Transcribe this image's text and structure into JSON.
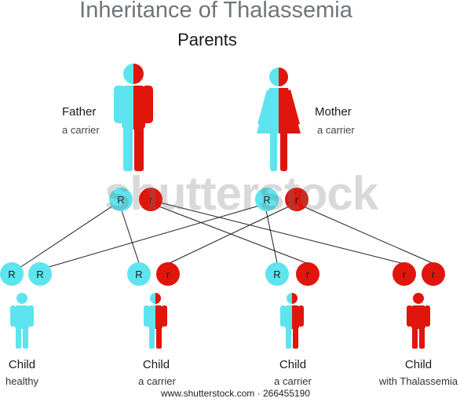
{
  "title": "Inheritance of Thalassemia",
  "parents_heading": "Parents",
  "colors": {
    "normal": "#5ee4ee",
    "trait": "#e0150c"
  },
  "father": {
    "role": "Father",
    "status": "a carrier",
    "alleles": [
      "R",
      "r"
    ]
  },
  "mother": {
    "role": "Mother",
    "status": "a carrier",
    "alleles": [
      "R",
      "r"
    ]
  },
  "children": [
    {
      "title": "Child",
      "status": "healthy",
      "alleles": [
        "R",
        "R"
      ]
    },
    {
      "title": "Child",
      "status": "a carrier",
      "alleles": [
        "R",
        "r"
      ]
    },
    {
      "title": "Child",
      "status": "a carrier",
      "alleles": [
        "R",
        "r"
      ]
    },
    {
      "title": "Child",
      "status": "with Thalassemia",
      "alleles": [
        "r",
        "r"
      ]
    }
  ],
  "watermark": "shutterstock",
  "footer": "www.shutterstock.com · 266455190"
}
